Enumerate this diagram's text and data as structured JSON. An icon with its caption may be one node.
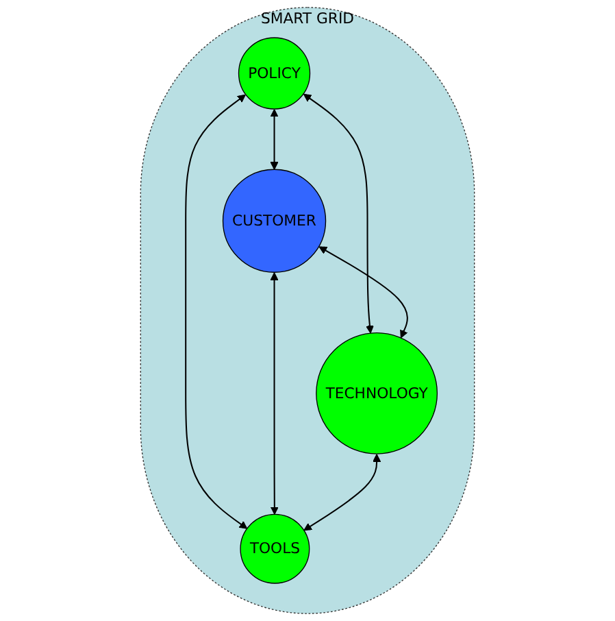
{
  "diagram": {
    "nodes": [
      {
        "text": [
          "SMART GRID"
        ]
      },
      {
        "text": [
          "POLICY"
        ],
        "in": 0
      },
      {
        "text": [
          "CUSTOMER"
        ],
        "in": 0
      },
      {
        "text": [
          "TECHNOLOGY"
        ],
        "in": 0
      },
      {
        "text": [
          "TOOLS"
        ],
        "in": 0
      }
    ],
    "edges": [
      {
        "from": 1,
        "to": 2,
        "arrow": "both"
      },
      {
        "from": 1,
        "to": 3,
        "arrow": "both"
      },
      {
        "from": 1,
        "to": 4,
        "arrow": "both"
      },
      {
        "from": 2,
        "to": 3,
        "arrow": "both"
      },
      {
        "from": 2,
        "to": 4,
        "arrow": "both"
      },
      {
        "from": 3,
        "to": 4,
        "arrow": "both"
      }
    ]
  }
}
